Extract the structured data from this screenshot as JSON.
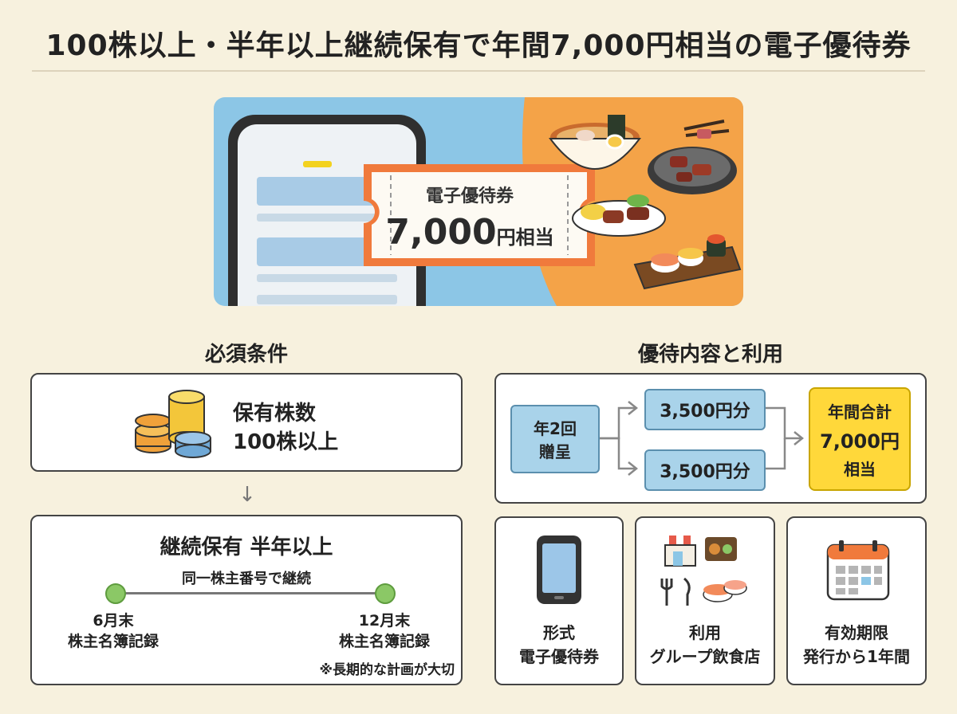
{
  "title": "100株以上・半年以上継続保有で年間7,000円相当の電子優待券",
  "hero": {
    "ticket_label": "電子優待券",
    "ticket_amount": "7,000",
    "ticket_unit": "円相当"
  },
  "requirements": {
    "heading": "必須条件",
    "shares": {
      "label": "保有株数",
      "value": "100株以上"
    },
    "arrow": "↓",
    "holding": {
      "heading": "継続保有 半年以上",
      "line_label": "同一株主番号で継続",
      "start": {
        "line1": "6月末",
        "line2": "株主名簿記録"
      },
      "end": {
        "line1": "12月末",
        "line2": "株主名簿記録"
      },
      "note": "※長期的な計画が大切"
    }
  },
  "benefits": {
    "heading": "優待内容と利用",
    "frequency": {
      "line1": "年2回",
      "line2": "贈呈"
    },
    "installments": [
      "3,500円分",
      "3,500円分"
    ],
    "total": {
      "line1": "年間合計",
      "line2": "7,000円",
      "line3": "相当"
    },
    "cards": [
      {
        "icon": "smartphone-icon",
        "line1": "形式",
        "line2": "電子優待券"
      },
      {
        "icon": "restaurant-icon",
        "line1": "利用",
        "line2": "グループ飲食店"
      },
      {
        "icon": "calendar-icon",
        "line1": "有効期限",
        "line2": "発行から1年間"
      }
    ]
  },
  "colors": {
    "background": "#f7f1de",
    "ticket_accent": "#f07a3c",
    "flow_blue": "#a9d3ea",
    "total_yellow": "#ffd83a",
    "timeline_green": "#8bc866"
  }
}
